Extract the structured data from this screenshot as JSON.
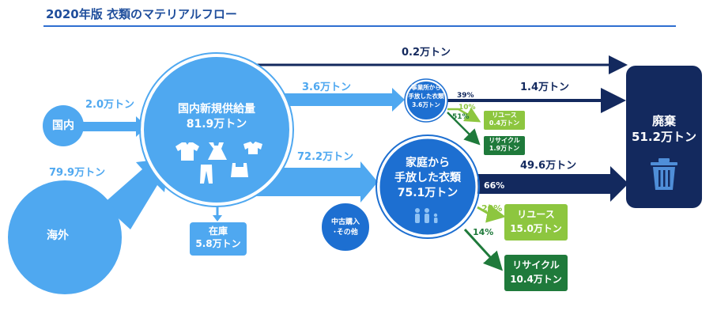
{
  "title": "2020年版 衣類のマテリアルフロー",
  "colors": {
    "light_blue": "#4fa8f0",
    "mid_blue": "#3b8ee0",
    "dark_blue": "#1d6fd1",
    "navy": "#13295e",
    "light_green": "#8dc63f",
    "dark_green": "#1f7a3b"
  },
  "nodes": {
    "domestic": "国内",
    "overseas": "海外",
    "supply_label": "国内新規供給量",
    "supply_value": "81.9万トン",
    "stock_label": "在庫",
    "stock_value": "5.8万トン",
    "used_label": "中古購入",
    "used_label2": "･その他",
    "household_label1": "家庭から",
    "household_label2": "手放した衣類",
    "household_value": "75.1万トン",
    "business_label1": "事業所から",
    "business_label2": "手放した衣類",
    "business_value": "3.6万トン",
    "waste_label": "廃棄",
    "waste_value": "51.2万トン",
    "reuse_small_label": "リユース",
    "reuse_small_value": "0.4万トン",
    "recycle_small_label": "リサイクル",
    "recycle_small_value": "1.9万トン",
    "reuse_big_label": "リユース",
    "reuse_big_value": "15.0万トン",
    "recycle_big_label": "リサイクル",
    "recycle_big_value": "10.4万トン"
  },
  "flows": {
    "domestic_in": "2.0万トン",
    "overseas_in": "79.9万トン",
    "direct_waste": "0.2万トン",
    "to_business": "3.6万トン",
    "to_household": "72.2万トン",
    "business_waste": "1.4万トン",
    "household_waste": "49.6万トン",
    "biz_pct_waste": "39%",
    "biz_pct_reuse": "10%",
    "biz_pct_recycle": "51%",
    "hh_pct_waste": "66%",
    "hh_pct_reuse": "20%",
    "hh_pct_recycle": "14%"
  }
}
